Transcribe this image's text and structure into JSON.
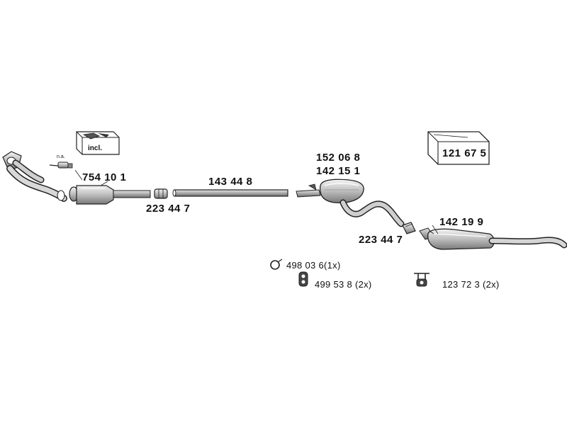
{
  "parts": {
    "catalytic_converter": "754 10 1",
    "front_clamp": "223 44 7",
    "middle_pipe": "143 44 8",
    "middle_silencer_a": "152 06 8",
    "middle_silencer_b": "142 15 1",
    "rear_clamp": "223 44 7",
    "rear_silencer": "142 19 9"
  },
  "kit": {
    "incl_label": "incl.",
    "mounting_kit_number": "121 67 5"
  },
  "sensor_note": "n.a.",
  "mounting": [
    {
      "number": "498 03 6",
      "qty": "(1x)",
      "icon": "ring-mount-icon"
    },
    {
      "number": "499 53 8",
      "qty": "(2x)",
      "icon": "rubber-hanger-icon"
    },
    {
      "number": "123 72 3",
      "qty": "(2x)",
      "icon": "bracket-hanger-icon"
    }
  ],
  "colors": {
    "stroke": "#222222",
    "fill_light": "#e6e6e6",
    "fill_dark": "#8c8c8c"
  }
}
